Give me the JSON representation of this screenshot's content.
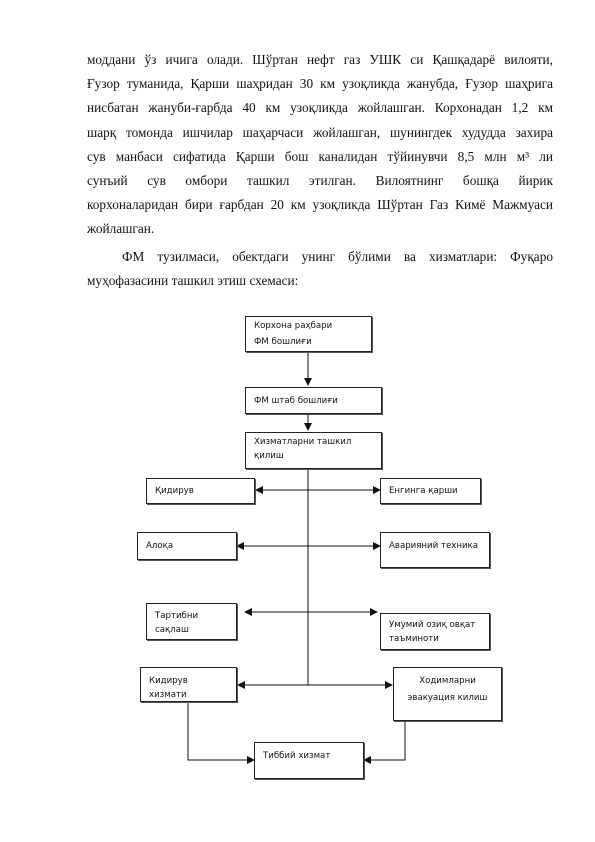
{
  "text": {
    "p1": [
      "моддани ўз ичига олади.  Шўртан нефт газ УШК си Қашқадарё вилояти,",
      "Ғузор туманида, Қарши шаҳридан 30 км узоқликда жанубда, Ғузор шаҳрига",
      "нисбатан жануби-ғарбда  40 км  узоқликда жойлашган. Корхонадан 1,2 км",
      "шарқ томонда  ишчилар шаҳарчаси жойлашган, шунингдек худудда захира",
      "сув манбаси сифатида Қарши бош каналидан тўйинувчи 8,5 млн  м³ ли",
      "сунъий  сув  омбори  ташкил  этилган.  Вилоятнинг  бошқа  йирик",
      "корхоналаридан бири ғарбдан 20 км узоқликда  Шўртан Газ Кимё Мажмуаси",
      "жойлашган."
    ],
    "p2": [
      "ФМ тузилмаси, обектдаги унинг  бўлими ва хизматлари: Фуқаро",
      "муҳофазасини ташкил этиш схемаси:"
    ]
  },
  "diagram": {
    "head_line1": "Корхона раҳбари",
    "head_line2": "ФМ бошлиғи",
    "staff": "ФМ штаб бошлиғи",
    "services_line1": "Хизматларни ташкил",
    "services_line2": "қилиш",
    "search": "Қидирув",
    "fire": "Енгинга қарши",
    "comm": "Алоқа",
    "emergency": "Аварияний техника",
    "order_line1": "Тартибни",
    "order_line2": "сақлаш",
    "food_line1": "Умумий озиқ овқат",
    "food_line2": "таъминоти",
    "search_service": "Кидирув хизмати",
    "evac_line1": "Ходимларни",
    "evac_line2": "эвакуация килиш",
    "medical": "Тиббий хизмат"
  }
}
